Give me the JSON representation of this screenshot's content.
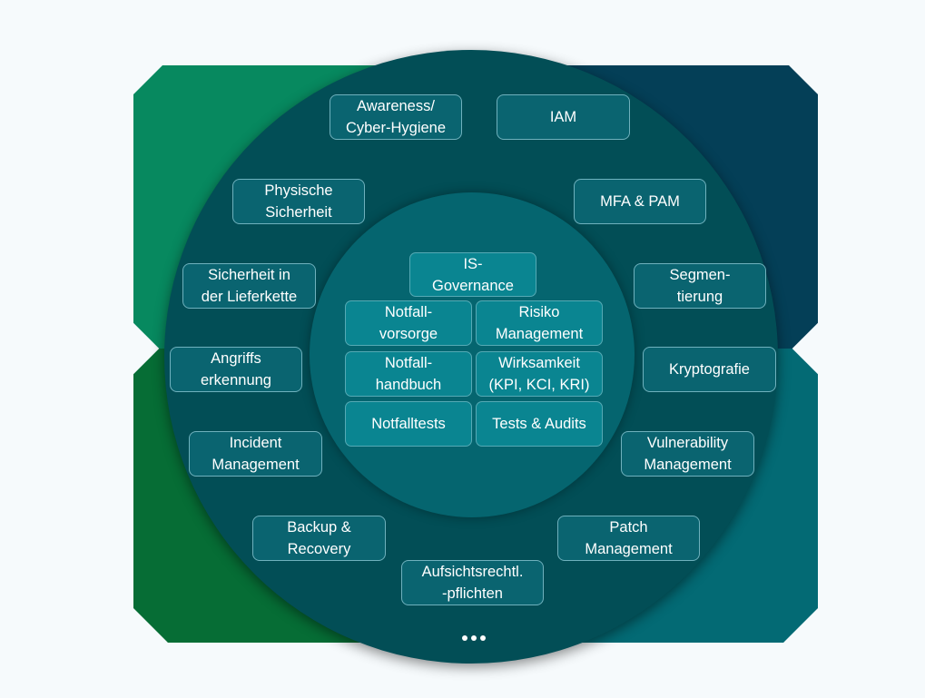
{
  "colors": {
    "quadrant_top_left": "#07895f",
    "quadrant_top_right": "#043f57",
    "quadrant_bottom_left": "#066d35",
    "quadrant_bottom_right": "#036a74",
    "outer_ring": "#024e56",
    "inner_circle": "#05656f",
    "box_fill": "#0a6470",
    "inner_box_fill": "#0a8591"
  },
  "outer_ring": {
    "items": [
      {
        "id": "awareness",
        "label": "Awareness/\nCyber-Hygiene"
      },
      {
        "id": "iam",
        "label": "IAM"
      },
      {
        "id": "physische-sicherheit",
        "label": "Physische\nSicherheit"
      },
      {
        "id": "mfa-pam",
        "label": "MFA & PAM"
      },
      {
        "id": "lieferkette",
        "label": "Sicherheit in\nder Lieferkette"
      },
      {
        "id": "segmentierung",
        "label": "Segmen-\ntierung"
      },
      {
        "id": "angriffserkennung",
        "label": "Angriffs\nerkennung"
      },
      {
        "id": "kryptografie",
        "label": "Kryptografie"
      },
      {
        "id": "incident-management",
        "label": "Incident\nManagement"
      },
      {
        "id": "vulnerability-management",
        "label": "Vulnerability\nManagement"
      },
      {
        "id": "backup-recovery",
        "label": "Backup &\nRecovery"
      },
      {
        "id": "patch-management",
        "label": "Patch\nManagement"
      },
      {
        "id": "aufsichtsrecht",
        "label": "Aufsichtsrechtl.\n-pflichten"
      }
    ]
  },
  "inner_circle": {
    "items": [
      {
        "id": "is-governance",
        "label": "IS-\nGovernance"
      },
      {
        "id": "notfallvorsorge",
        "label": "Notfall-\nvorsorge"
      },
      {
        "id": "risiko-management",
        "label": "Risiko\nManagement"
      },
      {
        "id": "notfallhandbuch",
        "label": "Notfall-\nhandbuch"
      },
      {
        "id": "wirksamkeit",
        "label": "Wirksamkeit\n(KPI, KCI, KRI)"
      },
      {
        "id": "notfalltests",
        "label": "Notfalltests"
      },
      {
        "id": "tests-audits",
        "label": "Tests & Audits"
      }
    ]
  },
  "more_indicator": "ellipsis-icon"
}
